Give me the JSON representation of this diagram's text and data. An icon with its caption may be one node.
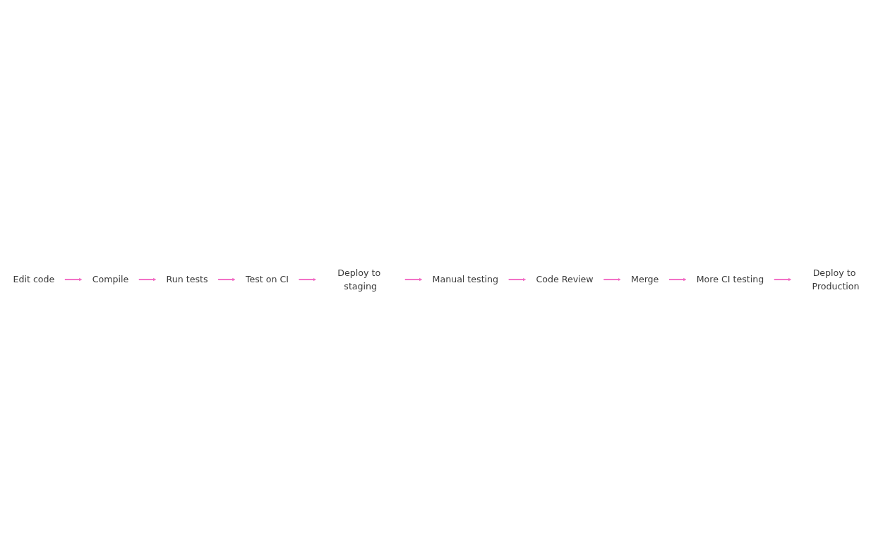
{
  "diagram": {
    "nodes": [
      {
        "text": [
          "Edit code"
        ]
      },
      {
        "text": [
          "Compile"
        ]
      },
      {
        "text": [
          "Run tests"
        ]
      },
      {
        "text": [
          "Test on CI"
        ]
      },
      {
        "text": [
          "Deploy to staging"
        ]
      },
      {
        "text": [
          "Manual testing"
        ]
      },
      {
        "text": [
          "Code Review"
        ]
      },
      {
        "text": [
          "Merge"
        ]
      },
      {
        "text": [
          "More CI testing"
        ]
      },
      {
        "text": [
          "Deploy to Production"
        ]
      }
    ],
    "edges": [
      {
        "from": 0,
        "to": 1,
        "arrow": "to"
      },
      {
        "from": 1,
        "to": 2,
        "arrow": "to"
      },
      {
        "from": 2,
        "to": 3,
        "arrow": "to"
      },
      {
        "from": 3,
        "to": 4,
        "arrow": "to"
      },
      {
        "from": 4,
        "to": 5,
        "arrow": "to"
      },
      {
        "from": 5,
        "to": 6,
        "arrow": "to"
      },
      {
        "from": 6,
        "to": 7,
        "arrow": "to"
      },
      {
        "from": 7,
        "to": 8,
        "arrow": "to"
      },
      {
        "from": 8,
        "to": 9,
        "arrow": "to"
      }
    ]
  }
}
